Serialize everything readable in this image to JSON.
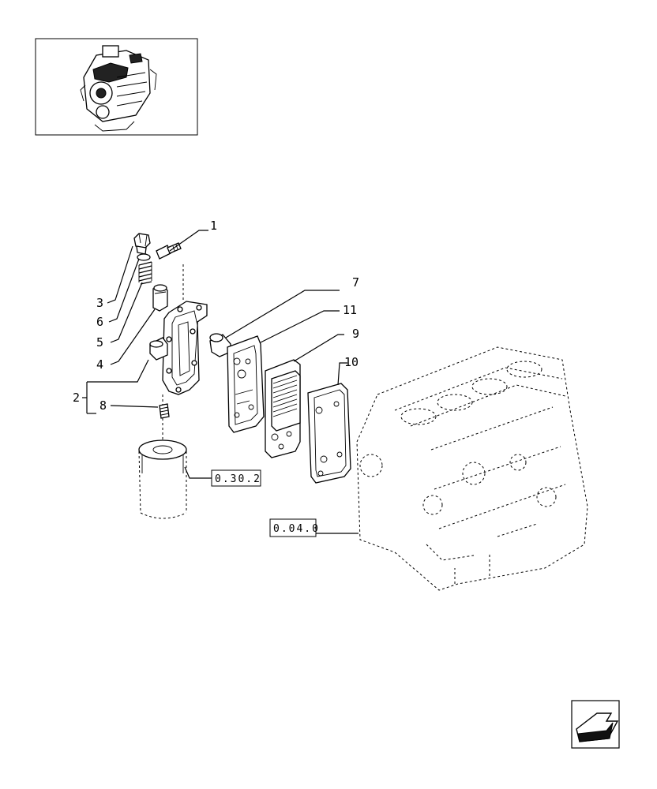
{
  "callouts": {
    "c1": "1",
    "c2": "2",
    "c3": "3",
    "c4": "4",
    "c5": "5",
    "c6": "6",
    "c7": "7",
    "c8": "8",
    "c9": "9",
    "c10": "10",
    "c11": "11"
  },
  "references": {
    "filter_ref": "0.30.2",
    "block_ref": "0.04.0"
  },
  "icons": {
    "thumbnail": "engine-thumbnail-icon",
    "nav": "next-page-arrow-icon"
  }
}
